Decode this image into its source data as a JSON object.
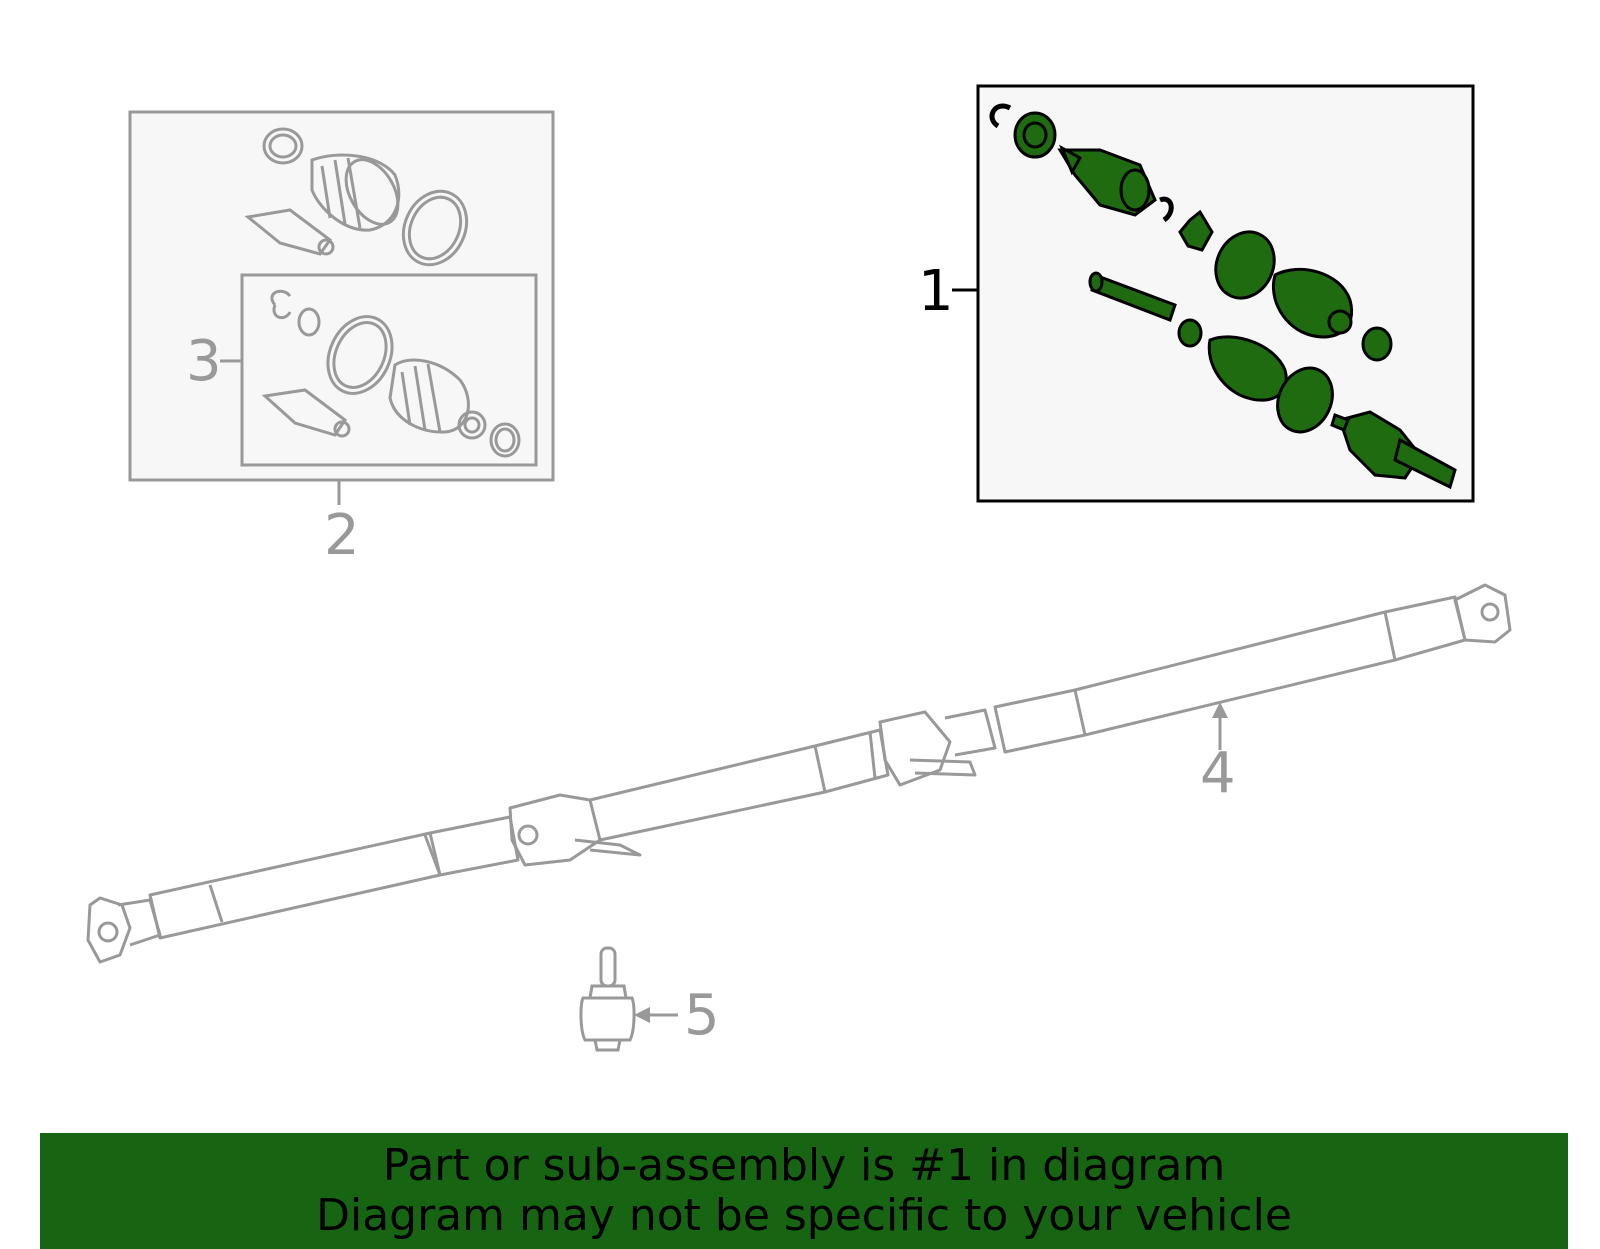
{
  "callouts": {
    "c1": "1",
    "c2": "2",
    "c3": "3",
    "c4": "4",
    "c5": "5"
  },
  "banner": {
    "line1": "Part or sub-assembly is #1 in diagram",
    "line2": "Diagram may not be specific to your vehicle"
  },
  "colors": {
    "highlight_green": "#176512",
    "part_green": "#1e6b10",
    "line_gray": "#999999"
  }
}
